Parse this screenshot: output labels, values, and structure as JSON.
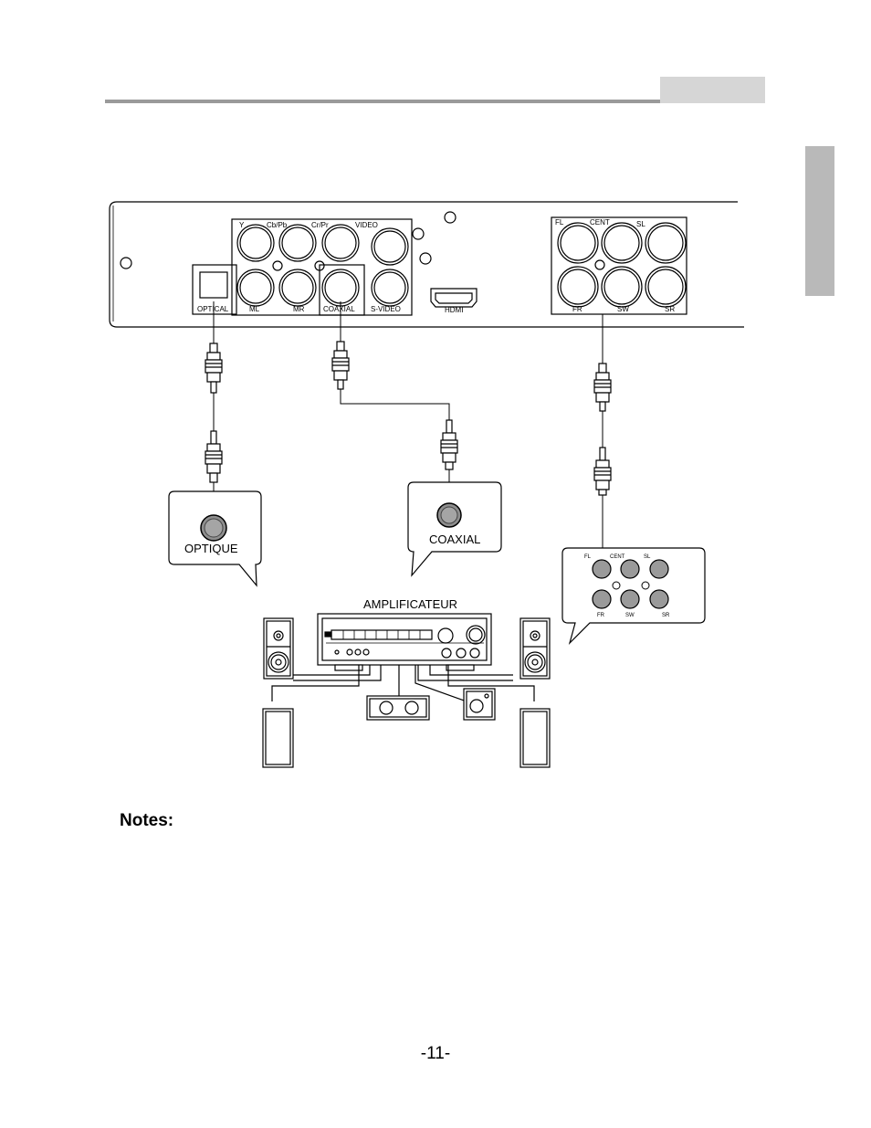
{
  "player_panel": {
    "labels_top": [
      "Y",
      "Cb/Pb",
      "Cr/Pr",
      "VIDEO"
    ],
    "labels_bottom": [
      "OPTICAL",
      "ML",
      "MR",
      "COAXIAL",
      "S-VIDEO",
      "HDMI"
    ],
    "surround_top": [
      "FL",
      "CENT",
      "SL"
    ],
    "surround_bottom": [
      "FR",
      "SW",
      "SR"
    ]
  },
  "callouts": {
    "optical": "OPTIQUE",
    "coaxial": "COAXIAL",
    "surround_top": [
      "FL",
      "CENT",
      "SL"
    ],
    "surround_bottom": [
      "FR",
      "SW",
      "SR"
    ]
  },
  "amplifier": {
    "title": "AMPLIFICATEUR"
  },
  "notes": {
    "title": "Notes:"
  },
  "footer": {
    "page_number": "-11-"
  }
}
